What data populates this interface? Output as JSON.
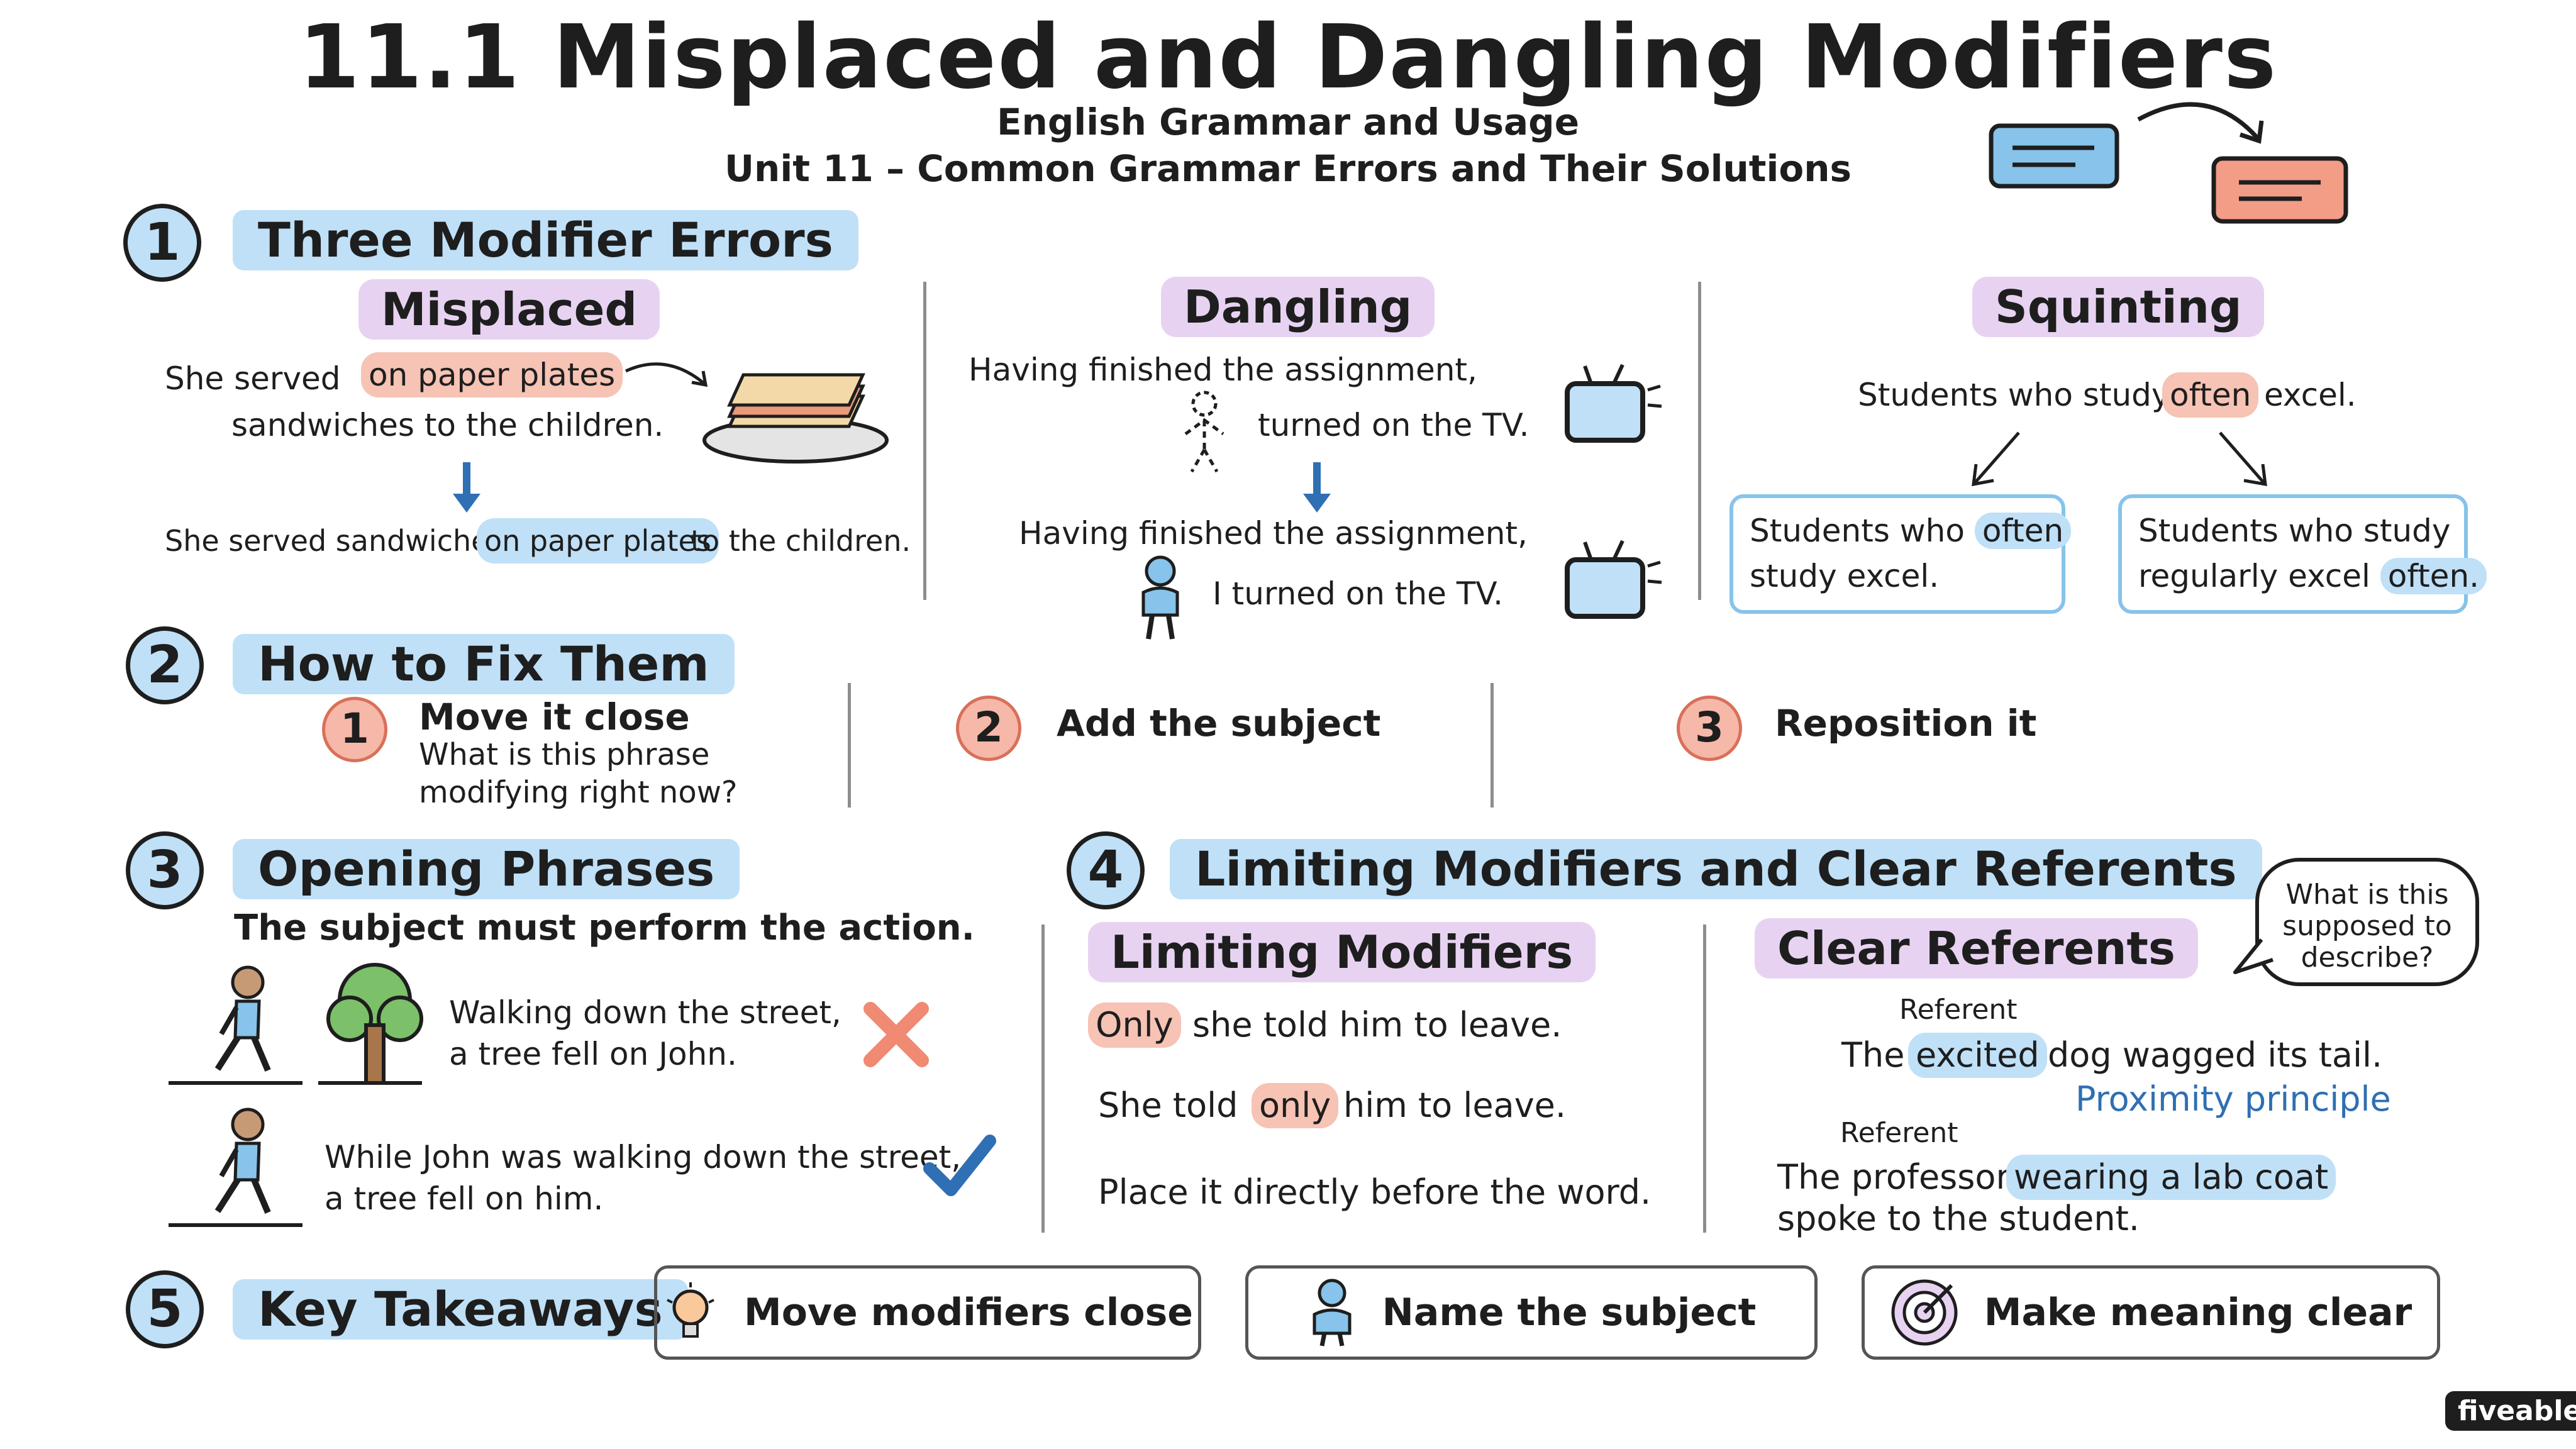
{
  "header": {
    "title": "11.1 Misplaced and Dangling Modifiers",
    "course": "English Grammar and Usage",
    "unit": "Unit 11 – Common Grammar Errors and Their Solutions"
  },
  "section1": {
    "number": "1",
    "title": "Three Modifier Errors",
    "misplaced": {
      "label": "Misplaced",
      "wrong_a": "She served",
      "wrong_hl": "on paper plates",
      "wrong_b": "sandwiches to the children.",
      "right_a": "She served sandwiches",
      "right_hl": "on paper plates",
      "right_b": "to the children."
    },
    "dangling": {
      "label": "Dangling",
      "wrong_1": "Having finished the assignment,",
      "wrong_2": "turned on the TV.",
      "right_1": "Having finished the assignment,",
      "right_2": "I turned on the TV."
    },
    "squinting": {
      "label": "Squinting",
      "sentence_a": "Students who study",
      "sentence_hl": "often",
      "sentence_b": "excel.",
      "option1_a": "Students who",
      "option1_hl": "often",
      "option1_b": "study excel.",
      "option2_a": "Students who study",
      "option2_b": "regularly excel",
      "option2_hl": "often."
    }
  },
  "section2": {
    "number": "2",
    "title": "How to Fix Them",
    "step1": {
      "number": "1",
      "label": "Move it close",
      "hint1": "What is this phrase",
      "hint2": "modifying right now?"
    },
    "step2": {
      "number": "2",
      "label": "Add the subject"
    },
    "step3": {
      "number": "3",
      "label": "Reposition it"
    }
  },
  "section3": {
    "number": "3",
    "title": "Opening Phrases",
    "rule": "The subject must perform the action.",
    "wrong_1": "Walking down the street,",
    "wrong_2": "a tree fell on John.",
    "right_1": "While John was walking down the street,",
    "right_2": "a tree fell on him."
  },
  "section4": {
    "number": "4",
    "title": "Limiting Modifiers and Clear Referents",
    "limiting": {
      "label": "Limiting Modifiers",
      "ex1_hl": "Only",
      "ex1_b": "she told him to leave.",
      "ex2_a": "She told",
      "ex2_hl": "only",
      "ex2_b": "him to leave.",
      "rule": "Place it directly before the word."
    },
    "referents": {
      "label": "Clear Referents",
      "referent_label_1": "Referent",
      "ex1_a": "The",
      "ex1_hl": "excited",
      "ex1_b": "dog wagged its tail.",
      "principle": "Proximity principle",
      "referent_label_2": "Referent",
      "ex2_a": "The professor",
      "ex2_hl": "wearing a lab coat",
      "ex2_line2": "spoke to the student."
    },
    "bubble_1": "What is this",
    "bubble_2": "supposed to",
    "bubble_3": "describe?"
  },
  "section5": {
    "number": "5",
    "title": "Key Takeaways",
    "items": [
      "Move modifiers close",
      "Name the subject",
      "Make meaning clear"
    ]
  },
  "brand": "fiveable",
  "colors": {
    "blue_highlight": "#bfe0f7",
    "red_highlight": "#f6c3b4",
    "purple_pill": "#e7d3f1",
    "accent_blue": "#2f6fb3"
  }
}
